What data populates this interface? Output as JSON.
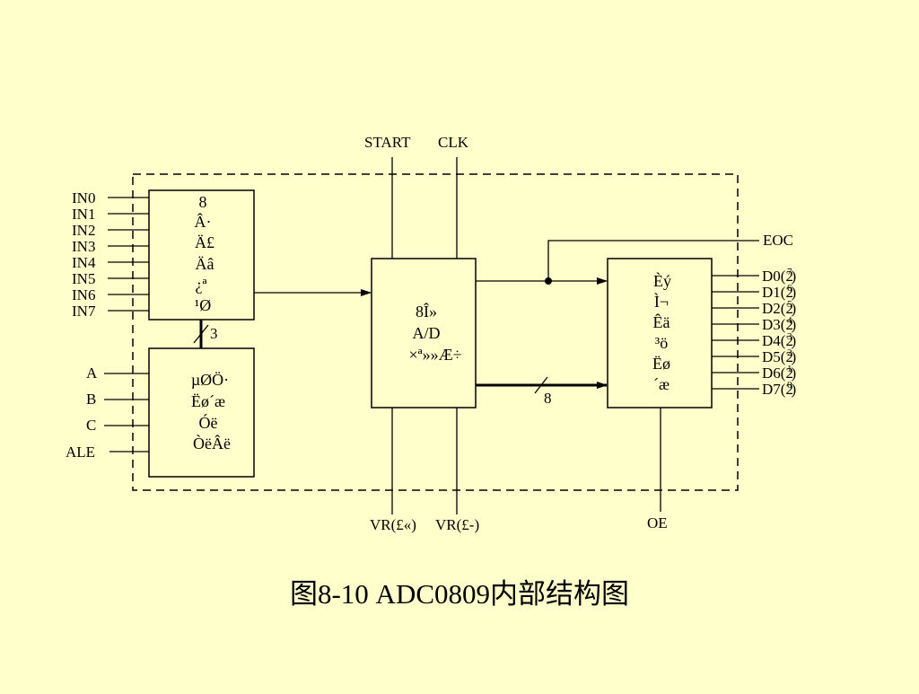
{
  "colors": {
    "background": "#ffffcc",
    "ink": "#000000"
  },
  "diagram": {
    "caption": "图8-10  ADC0809内部结构图",
    "top_pins": {
      "start": "START",
      "clk": "CLK"
    },
    "inputs": [
      "IN0",
      "IN1",
      "IN2",
      "IN3",
      "IN4",
      "IN5",
      "IN6",
      "IN7"
    ],
    "address_pins": [
      "A",
      "B",
      "C",
      "ALE"
    ],
    "bottom_pins": {
      "vref_pos": "VR(£«)",
      "vref_neg": "VR(£-)",
      "oe": "OE"
    },
    "eoc": "EOC",
    "outputs": [
      "D0(2",
      "D1(2",
      "D2(2",
      "D3(2",
      "D4(2",
      "D5(2",
      "D6(2",
      "D7(2"
    ],
    "output_marks": [
      "7",
      "6",
      "5",
      "4",
      "3",
      "2",
      "1",
      "0"
    ],
    "output_close": ")",
    "bus_label_select": "3",
    "bus_label_data": "8",
    "blocks": {
      "mux": [
        "8",
        "Â·",
        "Ä£",
        "Äâ",
        "¿ª",
        "¹Ø"
      ],
      "latch": [
        "µØÖ·",
        "Ëø´æ",
        "Óë",
        "ÒëÂë"
      ],
      "adc": [
        "8Î»",
        "A/D",
        "×ª»»Æ÷"
      ],
      "outbuf": [
        "Èý",
        "Ì¬",
        "Êä",
        "³ö",
        "Ëø",
        "´æ"
      ]
    }
  }
}
